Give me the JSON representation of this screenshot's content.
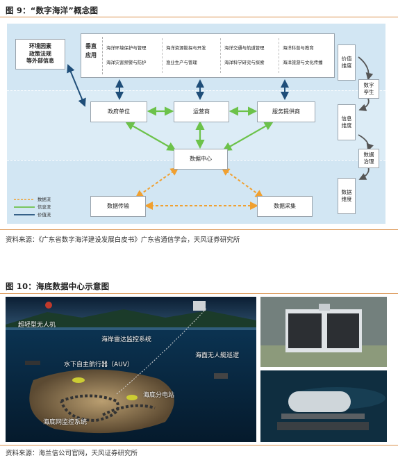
{
  "figure9": {
    "title": "图 9：“数字海洋”概念图",
    "source": "资料来源：《广东省数字海洋建设发展白皮书》广东省通信学会，天风证券研究所",
    "env_box": [
      "环境因素",
      "政策法规",
      "等外部信息"
    ],
    "vertical_label": [
      "垂直",
      "应用"
    ],
    "apps": [
      "海洋环境保护与管理",
      "海洋资源勘探与开发",
      "海洋交通与航道管理",
      "海洋科普与教育",
      "海洋灾害预警与防护",
      "渔业生产与管理",
      "海洋科学研究与探索",
      "海洋旅游与文化传播"
    ],
    "government": "政府单位",
    "operator": "运营商",
    "service_provider": "服务提供商",
    "data_center": "数据中心",
    "data_transmission": "数据传输",
    "data_collection": "数据采集",
    "right_column": {
      "value_dimension": [
        "价值",
        "维度"
      ],
      "digital_twin": [
        "数字",
        "孪生"
      ],
      "info_dimension": [
        "信息",
        "维度"
      ],
      "data_governance": [
        "数据",
        "治理"
      ],
      "data_dimension": [
        "数据",
        "维度"
      ]
    },
    "legend": [
      "数据流",
      "信息流",
      "价值流"
    ],
    "colors": {
      "data_flow": "#f0a030",
      "info_flow": "#6cc24a",
      "value_flow": "#1f4e79"
    }
  },
  "figure10": {
    "title": "图 10：海底数据中心示意图",
    "source": "资料来源：海兰信公司官网，天风证券研究所",
    "labels": {
      "drone": "超轻型无人机",
      "radar": "海岸雷达监控系统",
      "auv": "水下自主航行器（AUV）",
      "usv": "海面无人艇巡逻",
      "substation": "海底分电站",
      "net_monitor": "海底网监控系统"
    }
  }
}
